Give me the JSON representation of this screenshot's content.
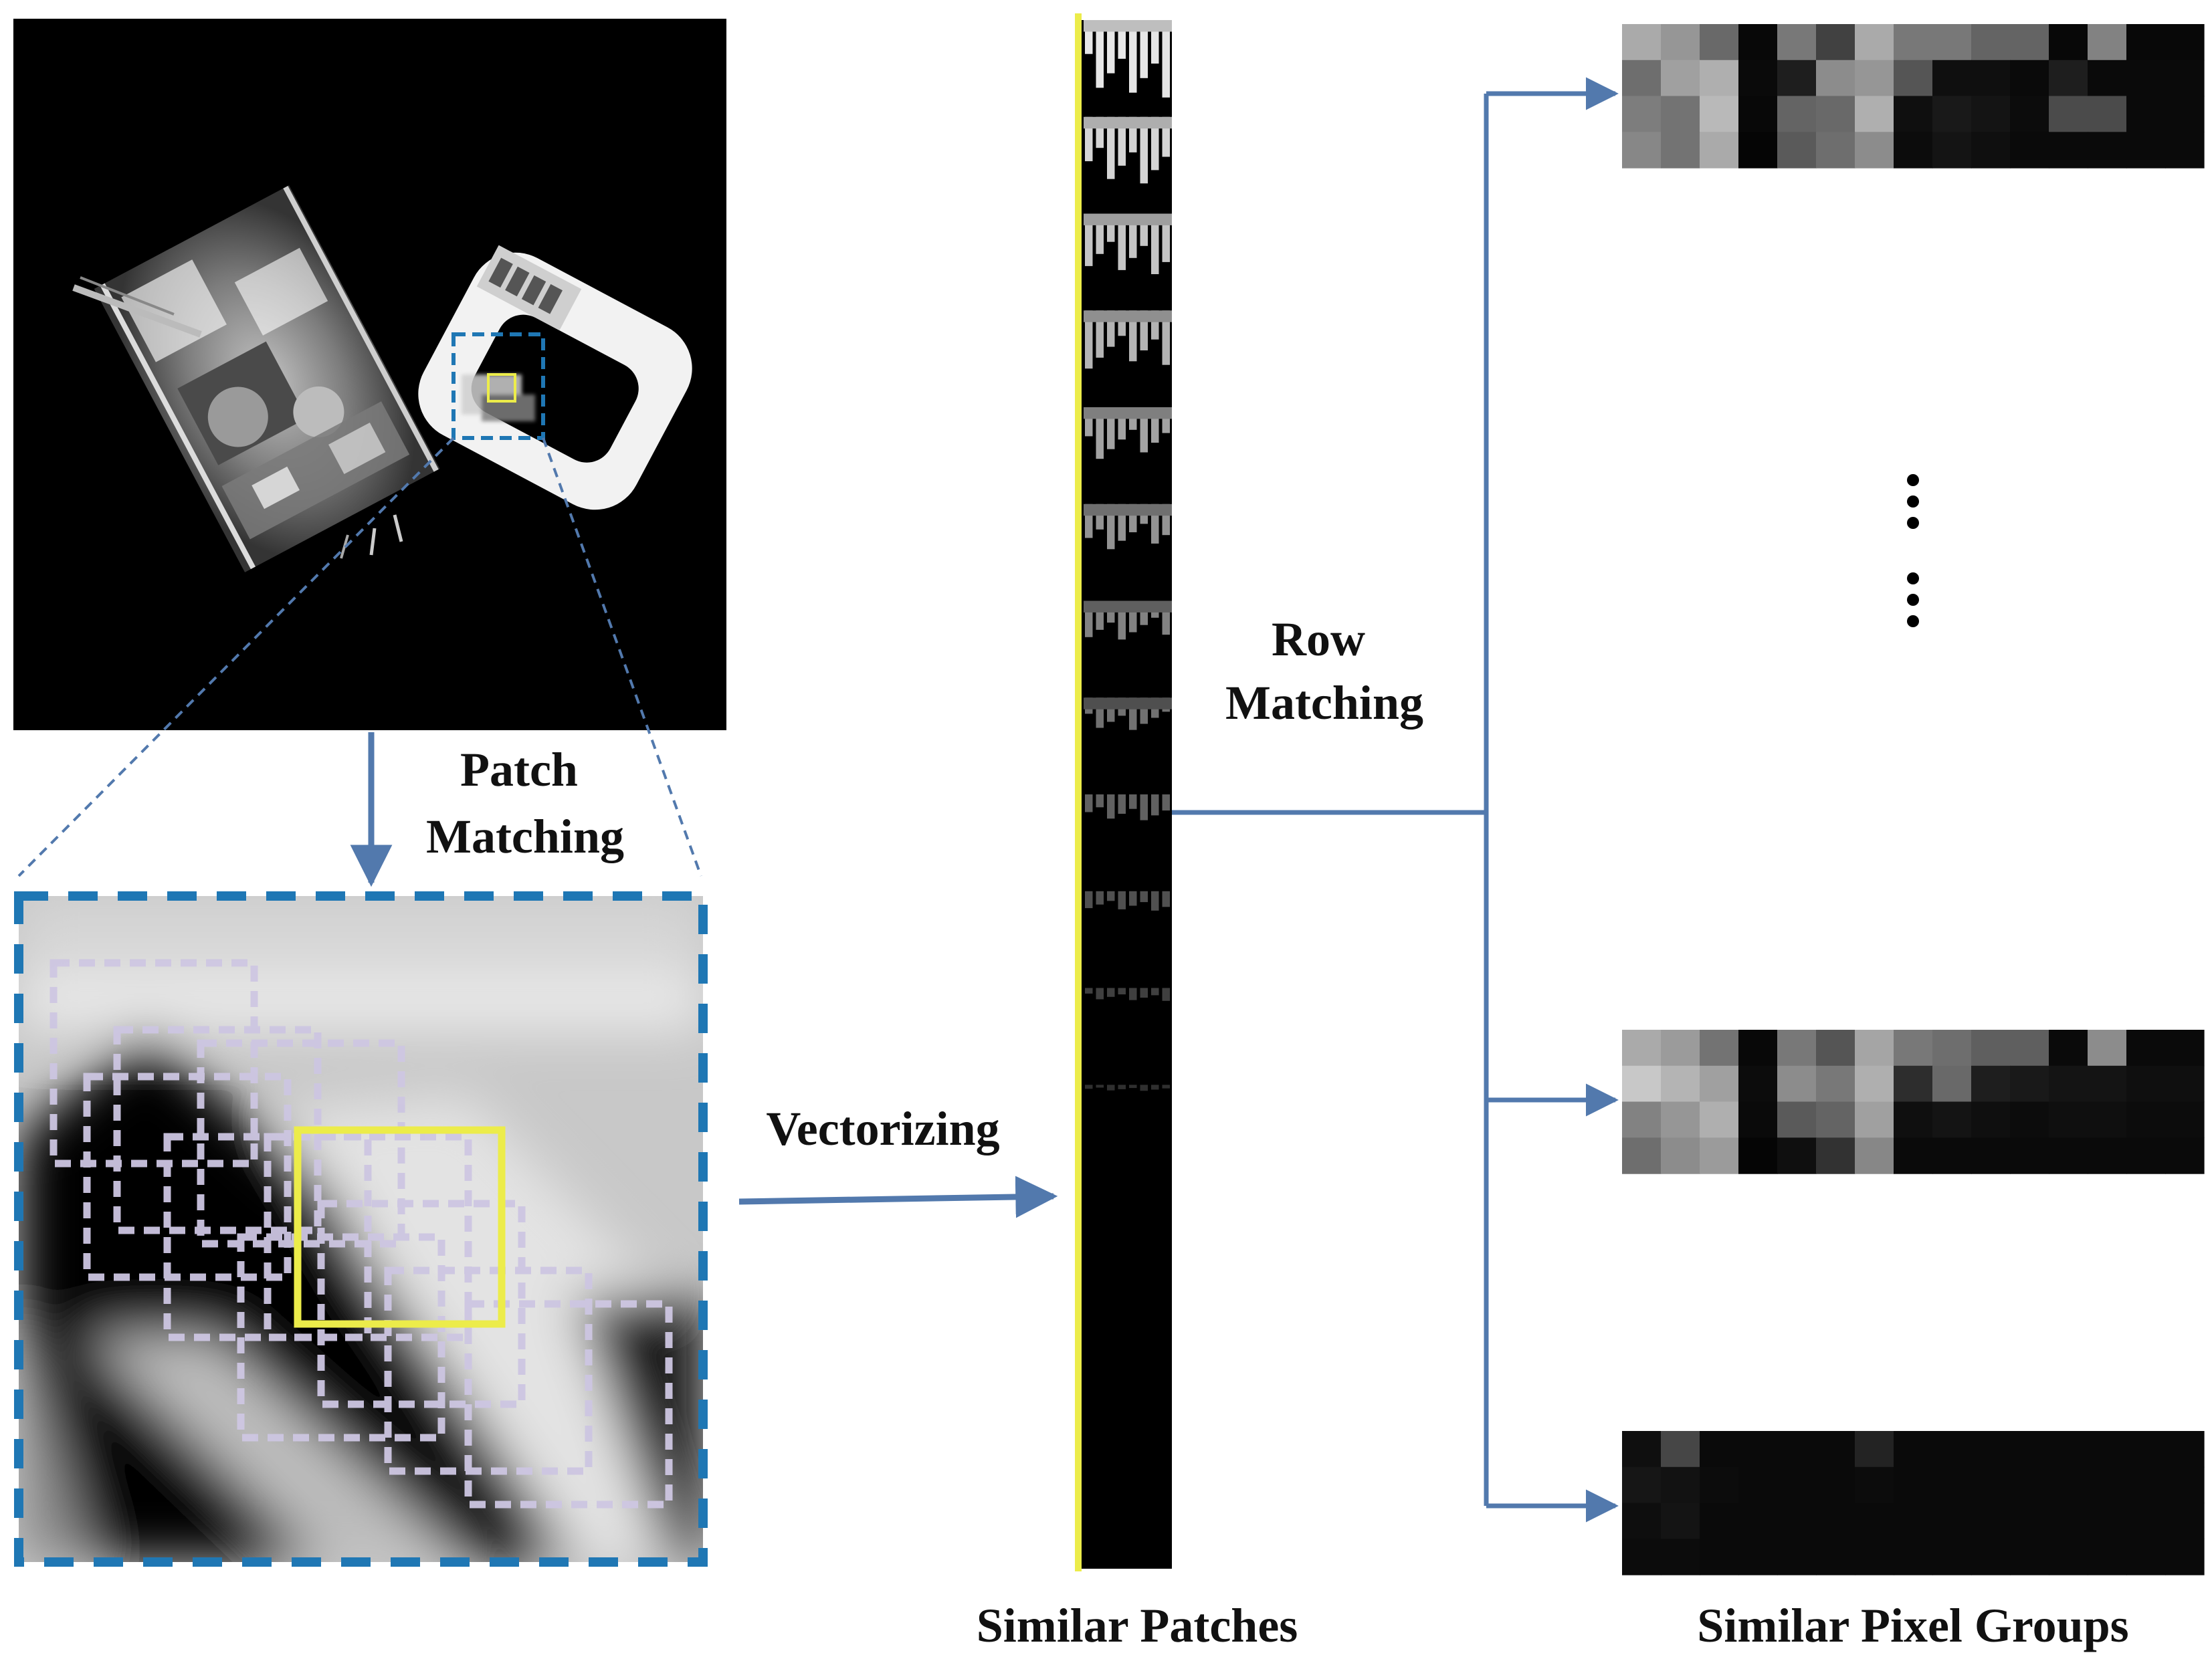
{
  "labels": {
    "patch_matching": [
      "Patch",
      "Matching"
    ],
    "vectorizing": "Vectorizing",
    "row_matching": [
      "Row",
      "Matching"
    ],
    "similar_patches": "Similar Patches",
    "similar_pixel_groups": "Similar Pixel Groups"
  },
  "colors": {
    "arrow": "#5279ad",
    "dashed_box": "#1f77b4",
    "highlight_box": "#ecec4a",
    "background": "#000000",
    "patch_outline": "#c8c0dc"
  },
  "pixel_groups": {
    "top": [
      [
        170,
        150,
        105,
        8,
        120,
        65,
        170,
        120,
        120,
        100,
        100,
        8,
        130,
        8,
        8
      ],
      [
        110,
        160,
        175,
        10,
        30,
        140,
        150,
        85,
        15,
        15,
        10,
        30,
        10,
        10,
        10
      ],
      [
        125,
        115,
        185,
        8,
        100,
        105,
        175,
        15,
        25,
        20,
        12,
        75,
        75,
        10,
        10
      ],
      [
        135,
        115,
        170,
        5,
        90,
        110,
        140,
        12,
        20,
        15,
        10,
        10,
        10,
        10,
        10
      ]
    ],
    "middle": [
      [
        170,
        155,
        115,
        8,
        120,
        85,
        165,
        120,
        110,
        95,
        95,
        10,
        140,
        10,
        10
      ],
      [
        200,
        180,
        160,
        12,
        140,
        120,
        175,
        45,
        105,
        30,
        25,
        20,
        20,
        15,
        15
      ],
      [
        130,
        150,
        175,
        10,
        90,
        100,
        160,
        15,
        20,
        15,
        12,
        15,
        15,
        12,
        12
      ],
      [
        110,
        140,
        155,
        5,
        15,
        50,
        135,
        10,
        10,
        10,
        10,
        10,
        10,
        10,
        10
      ]
    ],
    "bottom": [
      [
        15,
        70,
        10,
        10,
        10,
        10,
        35,
        10,
        10,
        10,
        10,
        10,
        10,
        10,
        10
      ],
      [
        22,
        18,
        12,
        10,
        10,
        10,
        12,
        10,
        10,
        10,
        10,
        10,
        10,
        10,
        10
      ],
      [
        14,
        20,
        10,
        10,
        10,
        10,
        10,
        10,
        10,
        10,
        10,
        10,
        10,
        10,
        10
      ],
      [
        12,
        12,
        10,
        10,
        10,
        10,
        10,
        10,
        10,
        10,
        10,
        10,
        10,
        10,
        10
      ]
    ]
  }
}
